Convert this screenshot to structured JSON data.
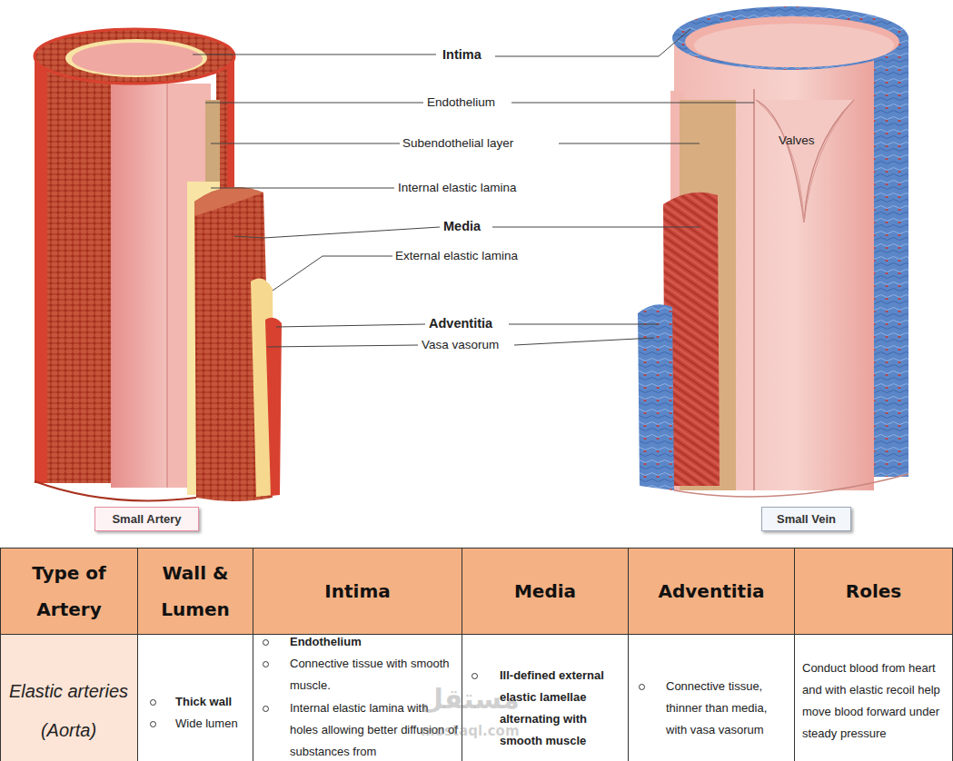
{
  "diagram": {
    "nodes": [
      {
        "text": [
          "Small Artery"
        ]
      },
      {
        "text": [
          "Small Vein"
        ]
      }
    ],
    "labels": [
      "Intima",
      "Endothelium",
      "Subendothelial layer",
      "Internal elastic lamina",
      "Media",
      "External elastic lamina",
      "Adventitia",
      "Vasa vasorum",
      "Valves",
      "Type of Artery",
      "Wall & Lumen",
      "Intima",
      "Media",
      "Adventitia",
      "Roles",
      "Elastic arteries",
      "(Aorta)",
      "Thick wall",
      "Wide lumen",
      "Endothelium",
      "Connective tissue with smooth muscle.",
      "Internal elastic lamina with holes allowing better diffusion of substances from",
      "Ill-defined external elastic lamellae alternating with smooth muscle",
      "Connective tissue, thinner than media, with vasa vasorum",
      "Conduct blood from heart and with elastic recoil help move blood forward under steady pressure",
      "مستقل",
      "mostaql.com"
    ]
  }
}
